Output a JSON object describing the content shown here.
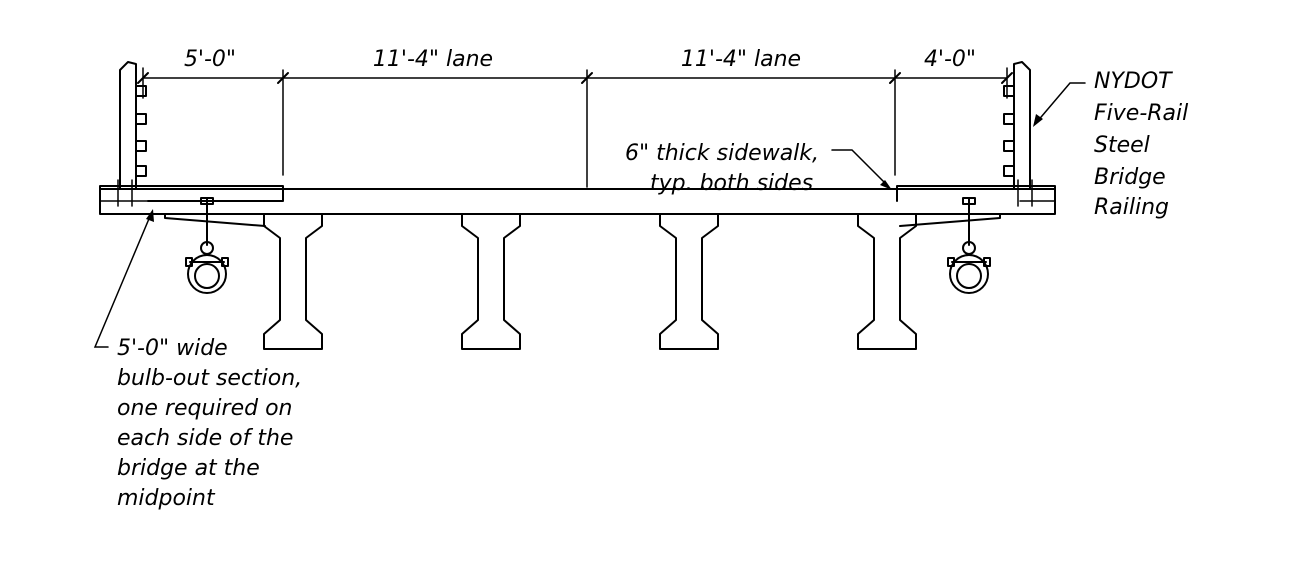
{
  "dimensions": {
    "left_sidewalk": "5'-0\"",
    "lane_1": "11'-4\" lane",
    "lane_2": "11'-4\" lane",
    "right_sidewalk": "4'-0\""
  },
  "sidewalk_note": [
    "6\" thick sidewalk,",
    "typ. both sides"
  ],
  "railing_note": [
    "NYDOT",
    "Five-Rail",
    "Steel",
    "Bridge",
    "Railing"
  ],
  "bulbout_note": [
    "5'-0\" wide",
    "bulb-out section,",
    "one required on",
    "each side of the",
    "bridge at the",
    "midpoint"
  ],
  "colors": {
    "ink": "#000000",
    "background": "#ffffff"
  }
}
